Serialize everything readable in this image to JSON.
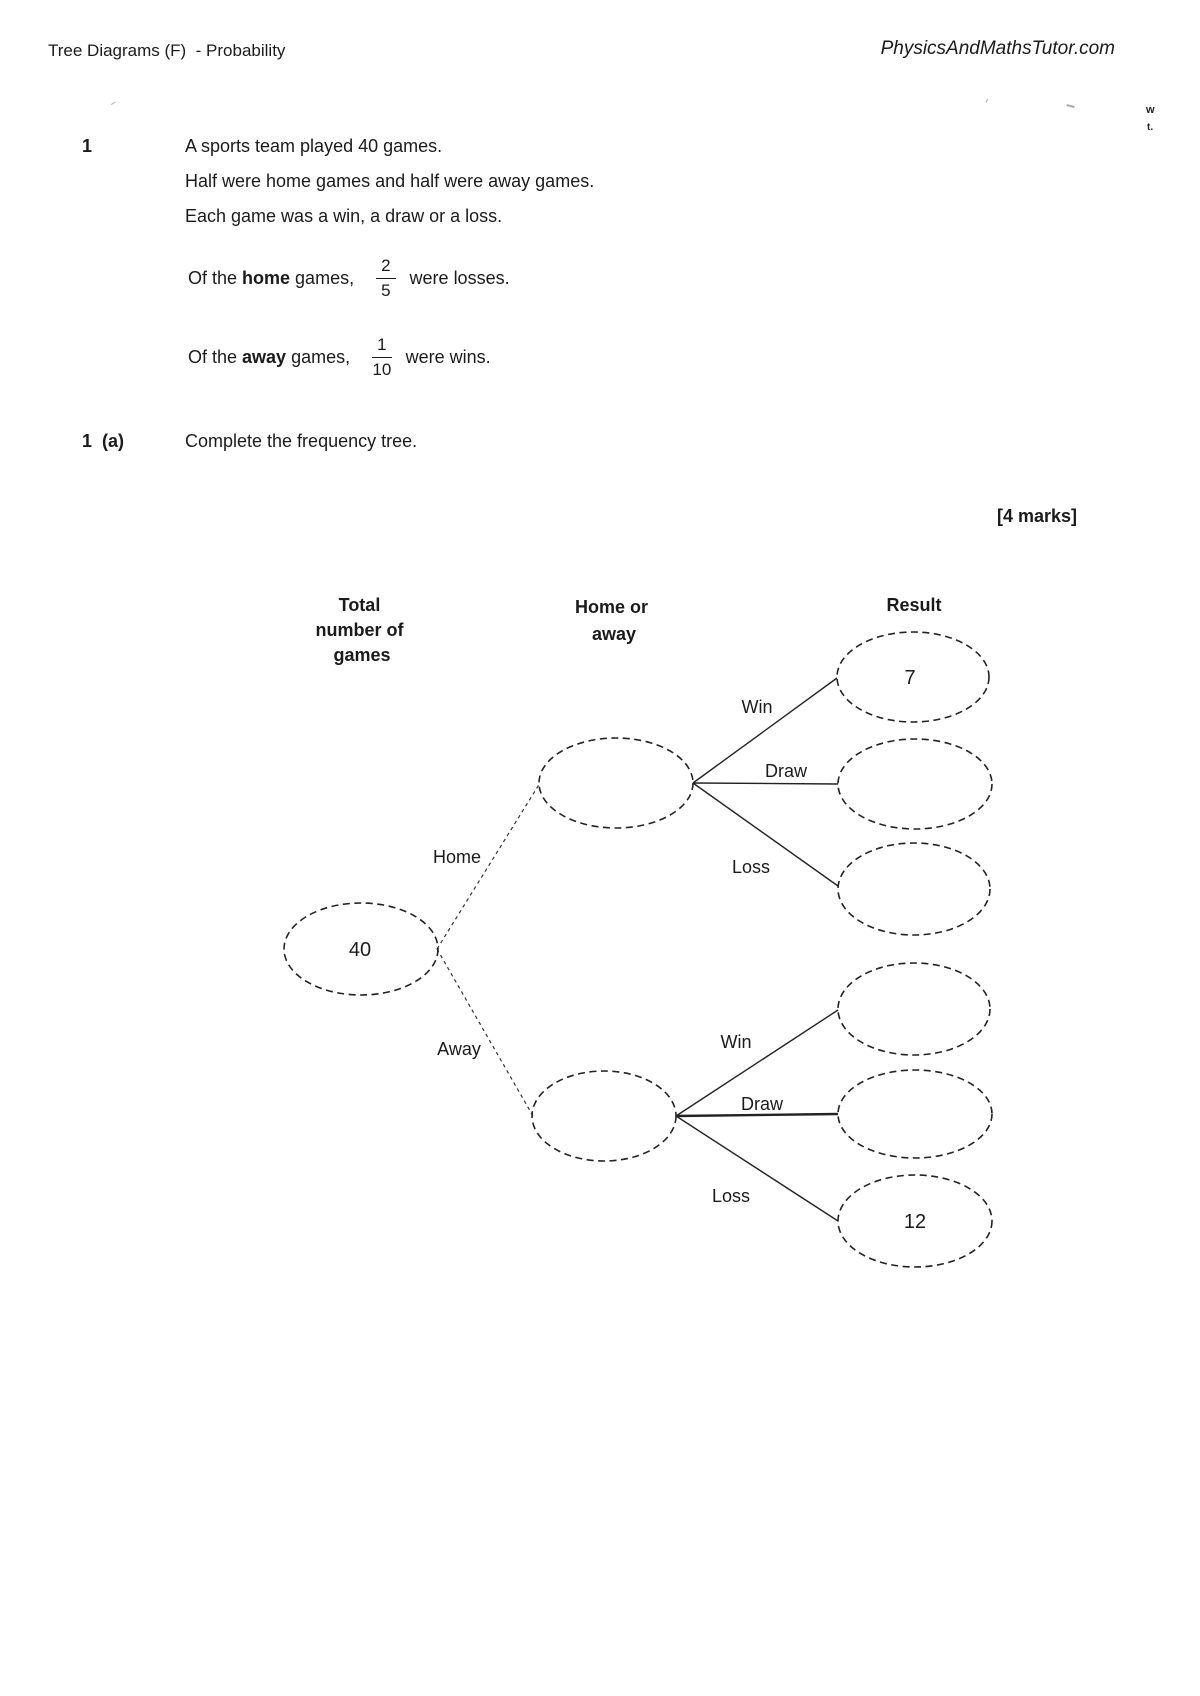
{
  "page": {
    "title_left": "Tree Diagrams (F)  - Probability",
    "title_right": "PhysicsAndMathsTutor.com"
  },
  "question": {
    "number": "1",
    "line1": "A sports team played 40 games.",
    "line2": "Half were home games and half were away games.",
    "line3": "Each game was a win, a draw or a loss.",
    "home_sentence": {
      "pre": "Of the ",
      "bold": "home",
      "post": " games,",
      "frac_num": "2",
      "frac_den": "5",
      "tail": "were losses."
    },
    "away_sentence": {
      "pre": "Of the ",
      "bold": "away",
      "post": " games,",
      "frac_num": "1",
      "frac_den": "10",
      "tail": "were wins."
    },
    "part_label": "1  (a)",
    "part_text": "Complete the frequency tree.",
    "marks": "[4 marks]"
  },
  "tree": {
    "col1_line1": "Total",
    "col1_line2": "number of",
    "col1_line3": "games",
    "col2_line1": "Home or",
    "col2_line2": "away",
    "col3": "Result",
    "root_value": "40",
    "home_branch_label": "Home",
    "away_branch_label": "Away",
    "home_win_label": "Win",
    "home_draw_label": "Draw",
    "home_loss_label": "Loss",
    "away_win_label": "Win",
    "away_draw_label": "Draw",
    "away_loss_label": "Loss",
    "home_win_value": "7",
    "away_loss_value": "12"
  },
  "artifacts": {
    "edge_w": "w",
    "edge_t": "t."
  }
}
